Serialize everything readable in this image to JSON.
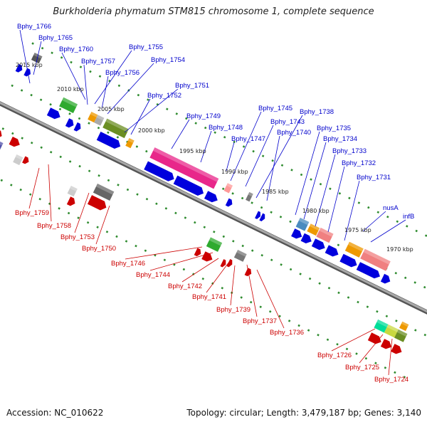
{
  "title": "Burkholderia phymatum STM815 chromosome 1, complete sequence",
  "footer": {
    "accession": "Accession: NC_010622",
    "summary": "Topology: circular; Length: 3,479,187 bp; Genes: 3,140"
  },
  "colors": {
    "forward_label": "#0000cc",
    "reverse_label": "#cc0000",
    "backbone": "#8a8a8a",
    "tick": "#2e8b2e"
  },
  "scale_labels": [
    "2015 kbp",
    "2010 kbp",
    "2005 kbp",
    "2000 kbp",
    "1995 kbp",
    "1990 kbp",
    "1985 kbp",
    "1980 kbp",
    "1975 kbp",
    "1970 kbp"
  ],
  "forward_genes": [
    "Bphy_1766",
    "Bphy_1765",
    "Bphy_1760",
    "Bphy_1757",
    "Bphy_1755",
    "Bphy_1756",
    "Bphy_1754",
    "Bphy_1751",
    "Bphy_1752",
    "Bphy_1749",
    "Bphy_1748",
    "Bphy_1747",
    "Bphy_1745",
    "Bphy_1743",
    "Bphy_1738",
    "Bphy_1740",
    "Bphy_1735",
    "Bphy_1734",
    "Bphy_1733",
    "Bphy_1732",
    "Bphy_1731",
    "nusA",
    "infB"
  ],
  "reverse_genes": [
    "Bphy_1759",
    "Bphy_1758",
    "Bphy_1753",
    "Bphy_1750",
    "Bphy_1746",
    "Bphy_1744",
    "Bphy_1742",
    "Bphy_1741",
    "Bphy_1739",
    "Bphy_1737",
    "Bphy_1736",
    "Bphy_1726",
    "Bphy_1725",
    "Bphy_1724"
  ]
}
